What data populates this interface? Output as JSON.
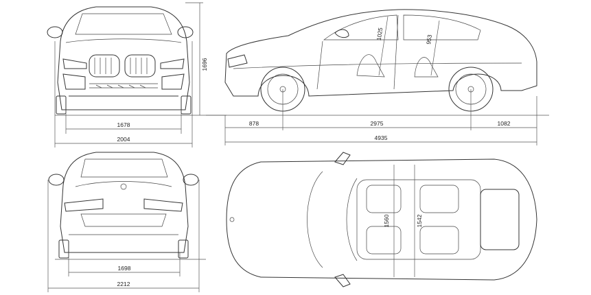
{
  "dimensions": {
    "front_track": "1678",
    "front_width": "2004",
    "height": "1696",
    "front_overhang": "878",
    "wheelbase": "2975",
    "rear_overhang": "1082",
    "overall_length": "4935",
    "rear_track": "1698",
    "width_with_mirrors": "2212",
    "front_headroom": "1025",
    "rear_headroom": "953",
    "front_shoulder": "1560",
    "rear_shoulder": "1542"
  },
  "colors": {
    "line": "#333333",
    "background": "#ffffff"
  }
}
